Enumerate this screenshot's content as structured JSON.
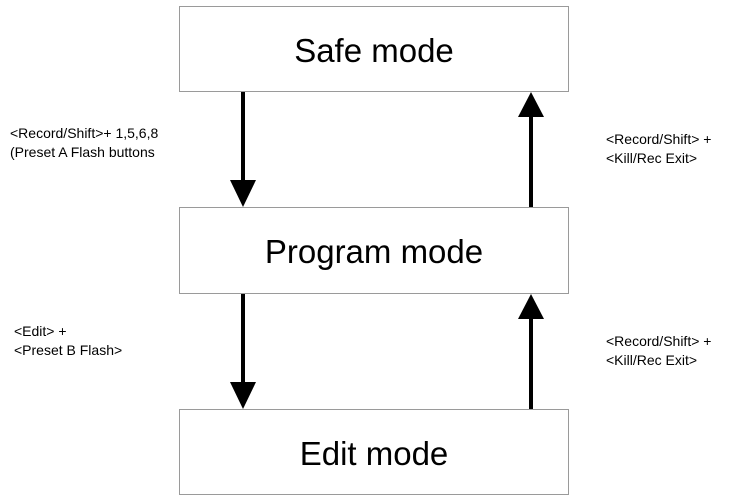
{
  "modes": {
    "safe": "Safe mode",
    "program": "Program mode",
    "edit": "Edit mode"
  },
  "transitions": {
    "safe_to_program": {
      "line1": "<Record/Shift>+ 1,5,6,8",
      "line2": "(Preset A Flash buttons"
    },
    "program_to_safe": {
      "line1": "<Record/Shift> +",
      "line2": "<Kill/Rec Exit>"
    },
    "program_to_edit": {
      "line1": "<Edit> +",
      "line2": "<Preset B Flash>"
    },
    "edit_to_program": {
      "line1": "<Record/Shift> +",
      "line2": "<Kill/Rec Exit>"
    }
  },
  "colors": {
    "box_border": "#9a9a9a",
    "arrow": "#000000",
    "text": "#000000"
  }
}
